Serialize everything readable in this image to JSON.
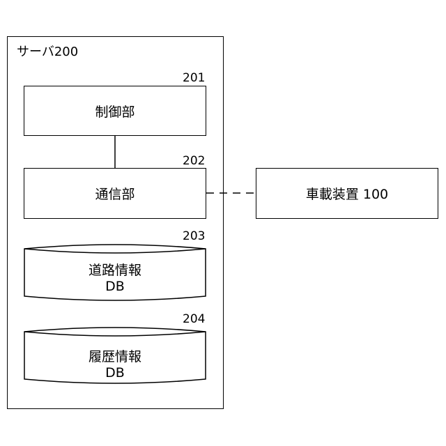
{
  "server": {
    "title": "サーバ200"
  },
  "control": {
    "label": "制御部",
    "ref": "201"
  },
  "comm": {
    "label": "通信部",
    "ref": "202"
  },
  "road_db": {
    "line1": "道路情報",
    "line2": "DB",
    "ref": "203"
  },
  "history_db": {
    "line1": "履歴情報",
    "line2": "DB",
    "ref": "204"
  },
  "vehicle": {
    "label": "車載装置 100"
  }
}
